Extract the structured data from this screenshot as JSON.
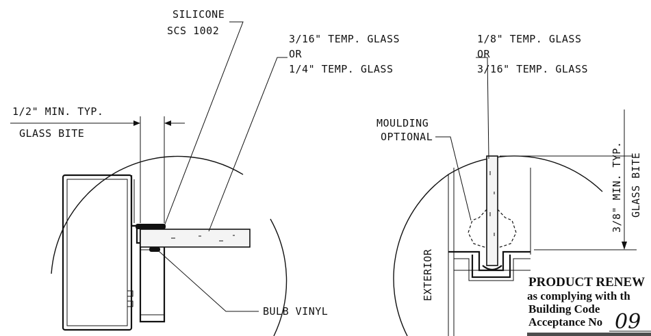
{
  "labels": {
    "silicone_1": "SILICONE",
    "silicone_2": "SCS 1002",
    "left_glass_1": "3/16\" TEMP. GLASS",
    "left_glass_or": "OR",
    "left_glass_2": "1/4\" TEMP. GLASS",
    "bite_left_1": "1/2\" MIN. TYP.",
    "bite_left_2": "GLASS BITE",
    "bulb_vinyl": "BULB VINYL",
    "right_glass_1": "1/8\" TEMP. GLASS",
    "right_glass_or": "OR",
    "right_glass_2": "3/16\" TEMP. GLASS",
    "moulding_1": "MOULDING",
    "moulding_2": "OPTIONAL",
    "bite_right_1": "3/8\" MIN. TYP.",
    "bite_right_2": "GLASS BITE",
    "exterior": "EXTERIOR"
  },
  "stamp": {
    "line1": "PRODUCT RENEW",
    "line2": "as complying with th",
    "line3": "Building Code",
    "line4": "Acceptance No",
    "handwritten": "09"
  }
}
